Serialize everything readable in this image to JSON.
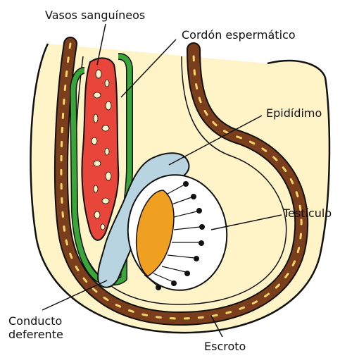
{
  "labels": {
    "vasos": "Vasos sanguíneos",
    "cordon": "Cordón espermático",
    "epididimo": "Epidídimo",
    "testiculo": "Testículo",
    "conducto": "Conducto\ndeferente",
    "escroto": "Escroto"
  },
  "colors": {
    "scrotum_wall": "#7a3e1c",
    "wall_fleck": "#f4d56a",
    "cavity": "#fff4c8",
    "vessels": "#e8463a",
    "cord": "#3aa63a",
    "epididymis": "#b8d4e0",
    "testis": "#ffffff",
    "lobules": "#f0a020",
    "outline": "#111111"
  }
}
